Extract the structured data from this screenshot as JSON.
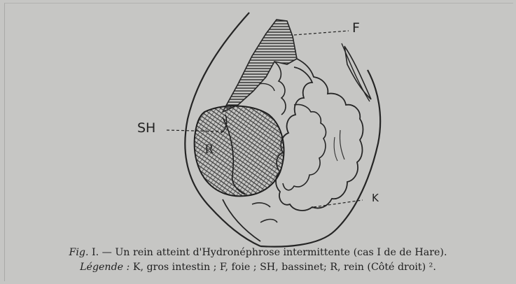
{
  "figure": {
    "labels": {
      "F": "F",
      "SH": "SH",
      "K": "K",
      "R": "R"
    }
  },
  "caption": {
    "line1_prefix": "Fig.",
    "line1_text": " I. — Un rein atteint d'Hydronéphrose  intermittente (cas I de de Hare).",
    "line2_prefix": "Légende :",
    "line2_text": " K, gros intestin ; F, foie ; SH, bassinet; R, rein (Côté droit) ²."
  },
  "colors": {
    "paper": "#c6c6c4",
    "ink": "#222222"
  }
}
